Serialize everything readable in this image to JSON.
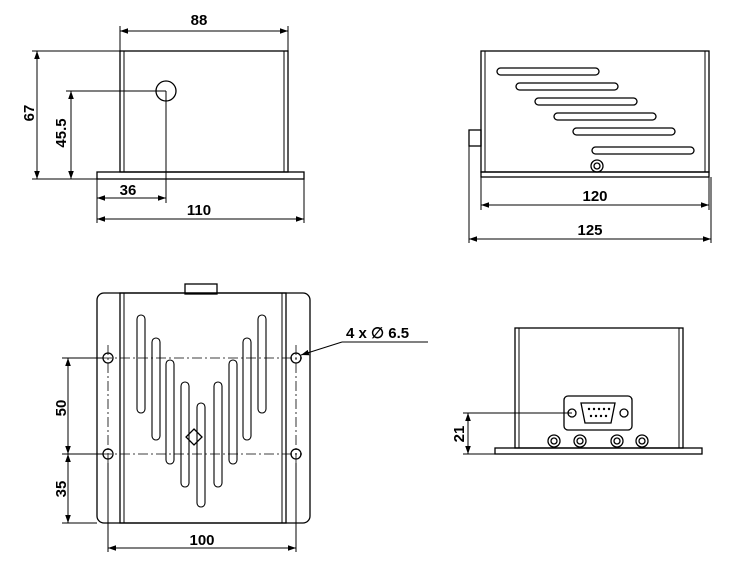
{
  "views": {
    "front_left": {
      "dim_width_top": "88",
      "dim_height_total": "67",
      "dim_hole_height": "45.5",
      "dim_hole_offset": "36",
      "dim_base_width": "110"
    },
    "side_right": {
      "dim_body_width": "120",
      "dim_total_width": "125"
    },
    "top_view": {
      "dim_hole_spacing": "50",
      "dim_hole_edge": "35",
      "dim_width": "100",
      "hole_callout": "4 x ∅ 6.5"
    },
    "connector_view": {
      "dim_connector_height": "21"
    }
  }
}
